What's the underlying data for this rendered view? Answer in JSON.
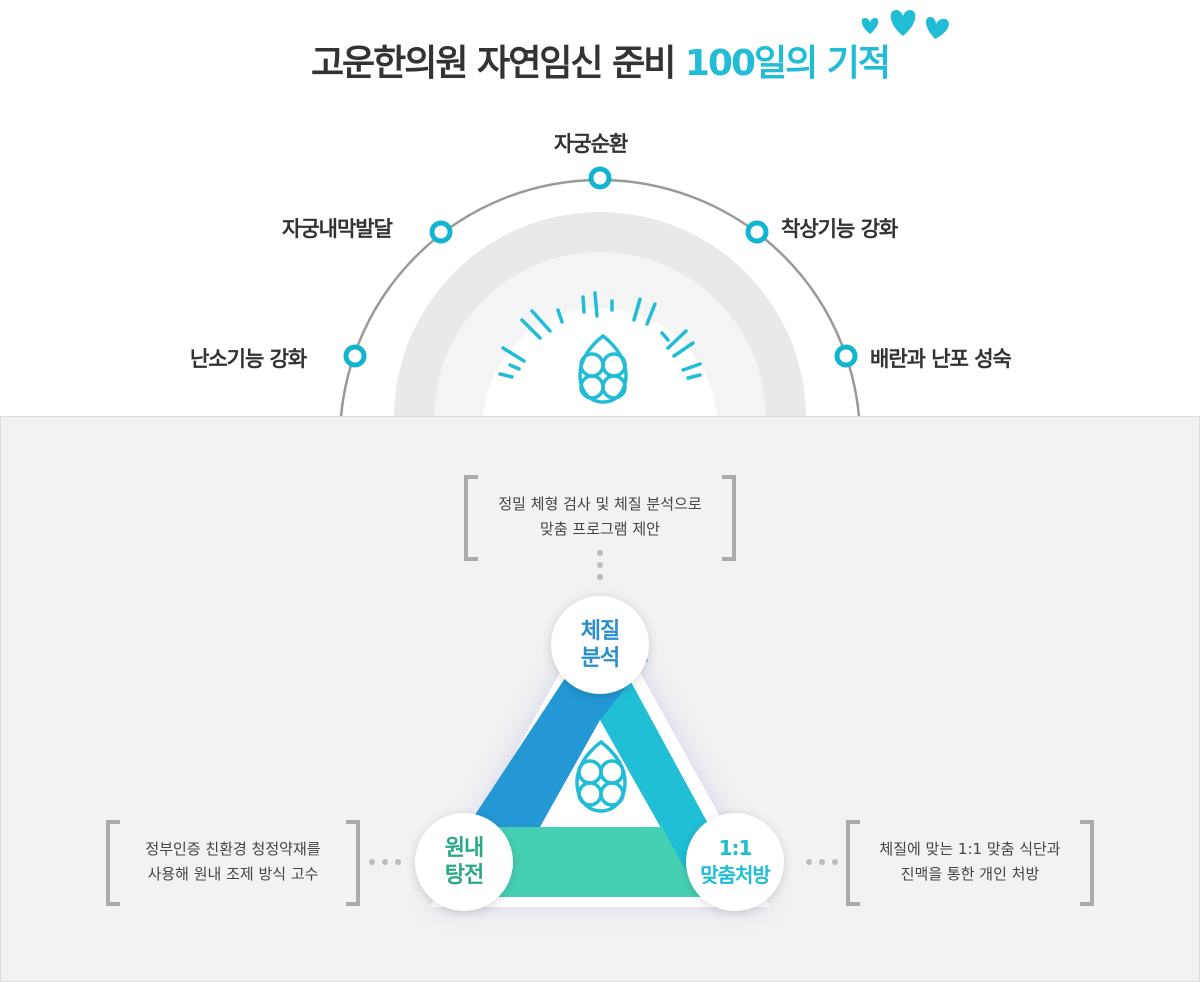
{
  "header": {
    "title_main": "고운한의원 자연임신 준비",
    "title_accent": "100일의 기적"
  },
  "arc": {
    "labels": [
      "난소기능 강화",
      "자궁내막발달",
      "자궁순환",
      "착상기능 강화",
      "배란과 난포 성숙"
    ]
  },
  "process": {
    "top_note": {
      "line1": "정밀 체형 검사 및 체질 분석으로",
      "line2": "맞춤 프로그램 제안"
    },
    "left_note": {
      "line1": "정부인증 친환경 청정약재를",
      "line2": "사용해 원내 조제 방식 고수"
    },
    "right_note": {
      "line1": "체질에 맞는 1:1 맞춤 식단과",
      "line2": "진맥을 통한 개인 처방"
    },
    "nodes": [
      {
        "line1": "체질",
        "line2": "분석",
        "color": "#2a8fcb"
      },
      {
        "line1": "원내",
        "line2": "탕전",
        "color": "#2aa886"
      },
      {
        "line1": "1:1",
        "line2": "맞춤처방",
        "color": "#21bcd6"
      }
    ]
  },
  "colors": {
    "accent": "#21bcd6",
    "blue": "#2398d4",
    "cyan": "#20bfd5",
    "green": "#46d0b3"
  }
}
